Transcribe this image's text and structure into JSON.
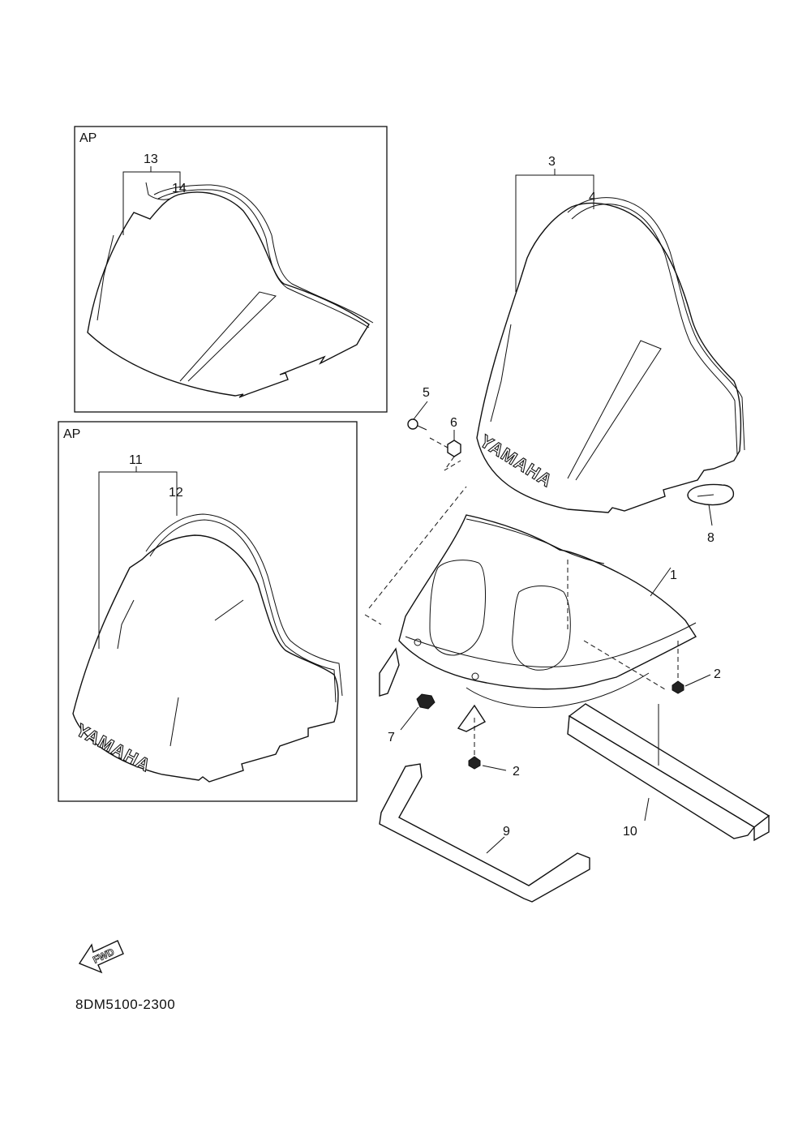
{
  "diagram": {
    "catalog_code": "8DM5100-2300",
    "fwd_label": "FWD",
    "brand_text": "YAMAHA",
    "inset_tags": [
      "AP",
      "AP"
    ],
    "callouts": {
      "c1": "1",
      "c2a": "2",
      "c2b": "2",
      "c3": "3",
      "c4": "4",
      "c5": "5",
      "c6": "6",
      "c7": "7",
      "c8": "8",
      "c9": "9",
      "c10": "10",
      "c11": "11",
      "c12": "12",
      "c13": "13",
      "c14": "14"
    }
  }
}
